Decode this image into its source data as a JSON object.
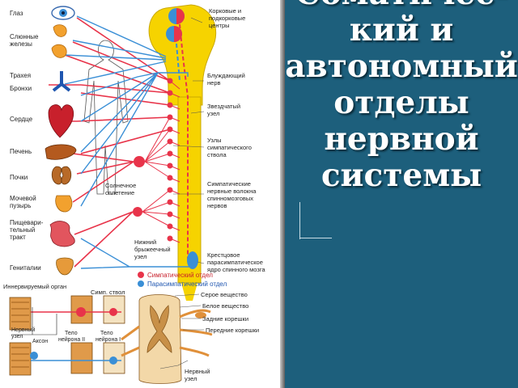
{
  "slide": {
    "title": "Соматичес-кий и автономный отделы нервной системы"
  },
  "organs": {
    "eye": "Глаз",
    "salivary": "Слюнные железы",
    "trachea": "Трахея",
    "bronchi": "Бронхи",
    "heart": "Сердце",
    "liver": "Печень",
    "kidney": "Почки",
    "bladder": "Мочевой пузырь",
    "intestine": "Пищевари-тельный тракт",
    "genitals": "Гениталии"
  },
  "centers": {
    "cortical": "Корковые и подкорковые центры",
    "vagus": "Блуждающий нерв",
    "stellate": "Звездчатый узел",
    "sympathetic_trunk": "Узлы симпатического ствола",
    "sympathetic_fibers": "Симпатические нервные волокна спинномозговых нервов",
    "solar": "Солнечное сплетение",
    "mesenteric": "Нижний брыжеечный узел",
    "sacral": "Крестцовое парасимпатическое ядро спинного мозга"
  },
  "legend": {
    "sympathetic": "Симпатический отдел",
    "parasympathetic": "Парасимпатический отдел"
  },
  "reflex": {
    "innervated_organ": "Иннервируемый орган",
    "sympathetic_trunk_short": "Симп. ствол",
    "nerve_node": "Нервный узел",
    "axon": "Аксон",
    "neuron2": "Тело нейрона II",
    "neuron1": "Тело нейрона I"
  },
  "cord": {
    "gray": "Серое вещество",
    "white": "Белое вещество",
    "dorsal_roots": "Задние корешки",
    "ventral_roots": "Передние корешки",
    "ganglion": "Нервный узел"
  },
  "colors": {
    "sympathetic": "#e8344a",
    "parasympathetic": "#3a8fd6",
    "spinal_cord": "#f6d300",
    "title_bg": "#1d5f7c"
  }
}
